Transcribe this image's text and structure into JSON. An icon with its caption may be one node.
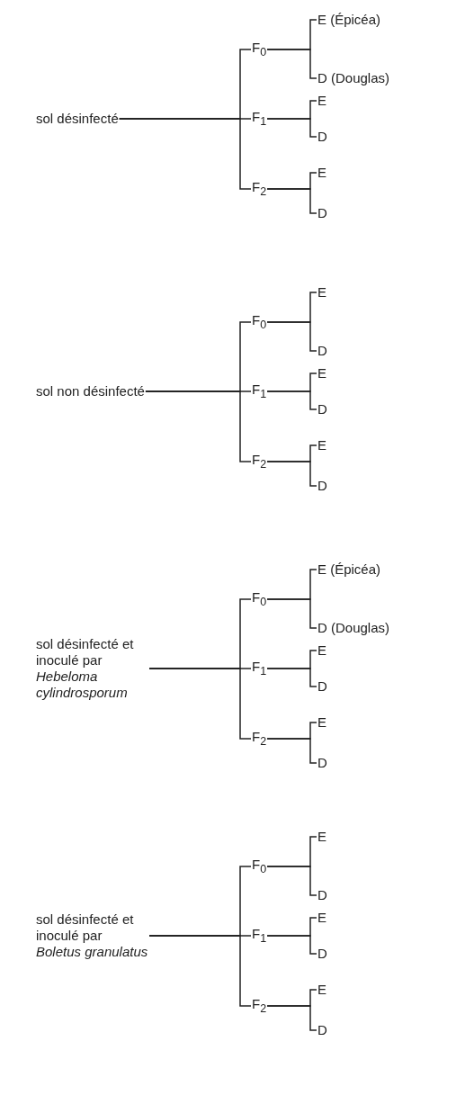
{
  "diagram": {
    "nodes": [
      {
        "text": [
          "sol désinfecté"
        ]
      },
      {
        "text": [
          "F$_{0}$"
        ]
      },
      {
        "text": [
          "E (Épicéa)"
        ]
      },
      {
        "text": [
          "D (Douglas)"
        ]
      },
      {
        "text": [
          "F$_{1}$"
        ]
      },
      {
        "text": [
          "E"
        ]
      },
      {
        "text": [
          "D"
        ]
      },
      {
        "text": [
          "F$_{2}$"
        ]
      },
      {
        "text": [
          "E"
        ]
      },
      {
        "text": [
          "D"
        ]
      },
      {
        "text": [
          "sol non désinfecté"
        ]
      },
      {
        "text": [
          "F$_{0}$"
        ]
      },
      {
        "text": [
          "E"
        ]
      },
      {
        "text": [
          "D"
        ]
      },
      {
        "text": [
          "F$_{1}$"
        ]
      },
      {
        "text": [
          "E"
        ]
      },
      {
        "text": [
          "D"
        ]
      },
      {
        "text": [
          "F$_{2}$"
        ]
      },
      {
        "text": [
          "E"
        ]
      },
      {
        "text": [
          "D"
        ]
      },
      {
        "text": [
          "sol désinfecté et inoculé par *Hebeloma cylindrosporum*"
        ]
      },
      {
        "text": [
          "F$_{0}$"
        ]
      },
      {
        "text": [
          "E (Épicéa)"
        ]
      },
      {
        "text": [
          "D (Douglas)"
        ]
      },
      {
        "text": [
          "F$_{1}$"
        ]
      },
      {
        "text": [
          "E"
        ]
      },
      {
        "text": [
          "D"
        ]
      },
      {
        "text": [
          "F$_{2}$"
        ]
      },
      {
        "text": [
          "E"
        ]
      },
      {
        "text": [
          "D"
        ]
      },
      {
        "text": [
          "sol désinfecté et inoculé par *Boletus granulatus*"
        ]
      },
      {
        "text": [
          "F$_{0}$"
        ]
      },
      {
        "text": [
          "E"
        ]
      },
      {
        "text": [
          "D"
        ]
      },
      {
        "text": [
          "F$_{1}$"
        ]
      },
      {
        "text": [
          "E"
        ]
      },
      {
        "text": [
          "D"
        ]
      },
      {
        "text": [
          "F$_{2}$"
        ]
      },
      {
        "text": [
          "E"
        ]
      },
      {
        "text": [
          "D"
        ]
      }
    ],
    "edges": [
      {
        "from": 0,
        "to": 1,
        "arrow": "none"
      },
      {
        "from": 0,
        "to": 4,
        "arrow": "none"
      },
      {
        "from": 0,
        "to": 7,
        "arrow": "none"
      },
      {
        "from": 1,
        "to": 2,
        "arrow": "none"
      },
      {
        "from": 1,
        "to": 3,
        "arrow": "none"
      },
      {
        "from": 4,
        "to": 5,
        "arrow": "none"
      },
      {
        "from": 4,
        "to": 6,
        "arrow": "none"
      },
      {
        "from": 7,
        "to": 8,
        "arrow": "none"
      },
      {
        "from": 7,
        "to": 9,
        "arrow": "none"
      },
      {
        "from": 10,
        "to": 11,
        "arrow": "none"
      },
      {
        "from": 10,
        "to": 14,
        "arrow": "none"
      },
      {
        "from": 10,
        "to": 17,
        "arrow": "none"
      },
      {
        "from": 11,
        "to": 12,
        "arrow": "none"
      },
      {
        "from": 11,
        "to": 13,
        "arrow": "none"
      },
      {
        "from": 14,
        "to": 15,
        "arrow": "none"
      },
      {
        "from": 14,
        "to": 16,
        "arrow": "none"
      },
      {
        "from": 17,
        "to": 18,
        "arrow": "none"
      },
      {
        "from": 17,
        "to": 19,
        "arrow": "none"
      },
      {
        "from": 20,
        "to": 21,
        "arrow": "none"
      },
      {
        "from": 20,
        "to": 24,
        "arrow": "none"
      },
      {
        "from": 20,
        "to": 27,
        "arrow": "none"
      },
      {
        "from": 21,
        "to": 22,
        "arrow": "none"
      },
      {
        "from": 21,
        "to": 23,
        "arrow": "none"
      },
      {
        "from": 24,
        "to": 25,
        "arrow": "none"
      },
      {
        "from": 24,
        "to": 26,
        "arrow": "none"
      },
      {
        "from": 27,
        "to": 28,
        "arrow": "none"
      },
      {
        "from": 27,
        "to": 29,
        "arrow": "none"
      },
      {
        "from": 30,
        "to": 31,
        "arrow": "none"
      },
      {
        "from": 30,
        "to": 34,
        "arrow": "none"
      },
      {
        "from": 30,
        "to": 37,
        "arrow": "none"
      },
      {
        "from": 31,
        "to": 32,
        "arrow": "none"
      },
      {
        "from": 31,
        "to": 33,
        "arrow": "none"
      },
      {
        "from": 34,
        "to": 35,
        "arrow": "none"
      },
      {
        "from": 34,
        "to": 36,
        "arrow": "none"
      },
      {
        "from": 37,
        "to": 38,
        "arrow": "none"
      },
      {
        "from": 37,
        "to": 39,
        "arrow": "none"
      }
    ]
  }
}
